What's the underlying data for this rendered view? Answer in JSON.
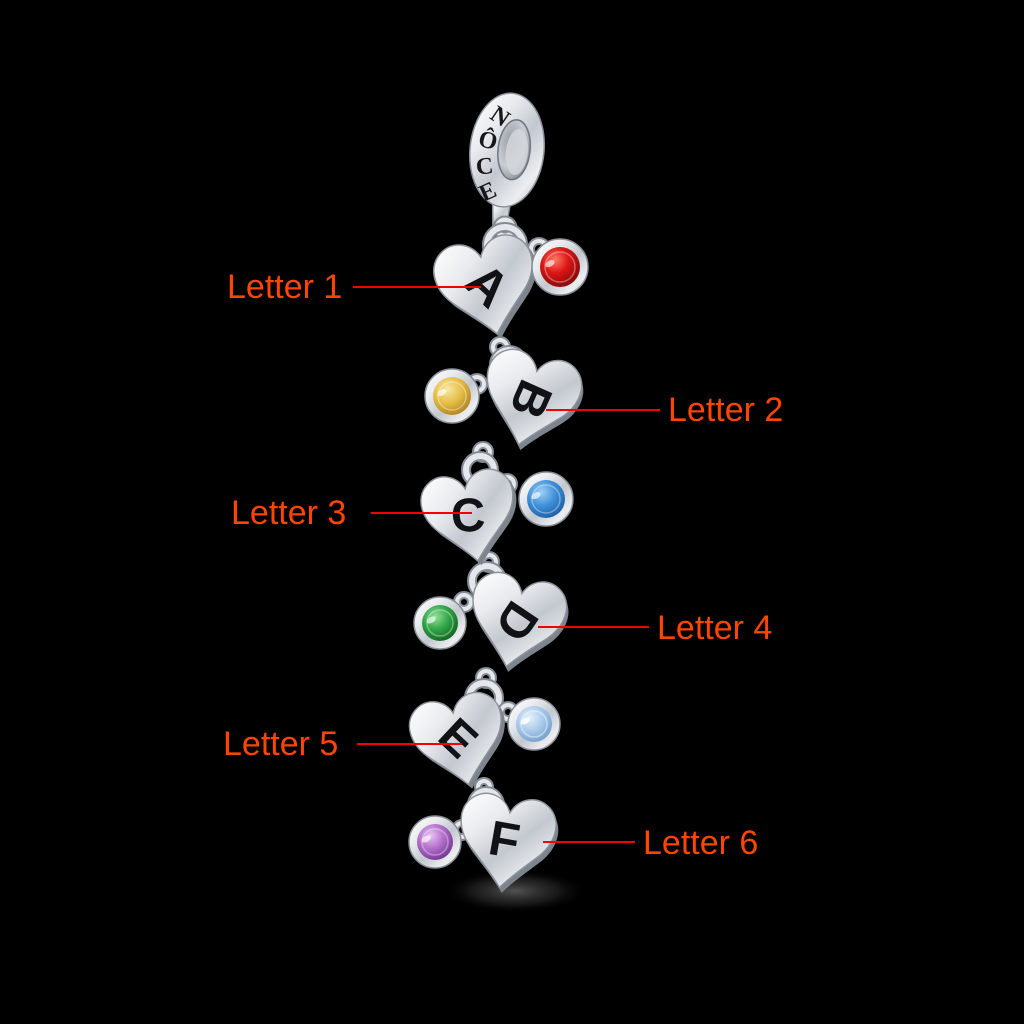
{
  "page": {
    "background_color": "#000000"
  },
  "annotations": {
    "text_color": "#FF4500",
    "line_color": "#F40000",
    "labels": [
      {
        "text": "Letter 1",
        "side": "left"
      },
      {
        "text": "Letter 2",
        "side": "right"
      },
      {
        "text": "Letter 3",
        "side": "left"
      },
      {
        "text": "Letter 4",
        "side": "right"
      },
      {
        "text": "Letter 5",
        "side": "left"
      },
      {
        "text": "Letter 6",
        "side": "right"
      }
    ]
  },
  "charm": {
    "brand": "NÔCE",
    "brand_letters": [
      "N",
      "Ô",
      "C",
      "E"
    ],
    "metal": "silver",
    "hearts": [
      {
        "letter": "A",
        "gem": "red",
        "gem_hex": "#D81A1A",
        "gem_side": "right"
      },
      {
        "letter": "B",
        "gem": "yellow",
        "gem_hex": "#E8C24A",
        "gem_side": "left"
      },
      {
        "letter": "C",
        "gem": "blue",
        "gem_hex": "#4C97DE",
        "gem_side": "right"
      },
      {
        "letter": "D",
        "gem": "green",
        "gem_hex": "#3BA94C",
        "gem_side": "left"
      },
      {
        "letter": "E",
        "gem": "light-blue",
        "gem_hex": "#A9CBE9",
        "gem_side": "right"
      },
      {
        "letter": "F",
        "gem": "purple",
        "gem_hex": "#B873D6",
        "gem_side": "left"
      }
    ]
  }
}
